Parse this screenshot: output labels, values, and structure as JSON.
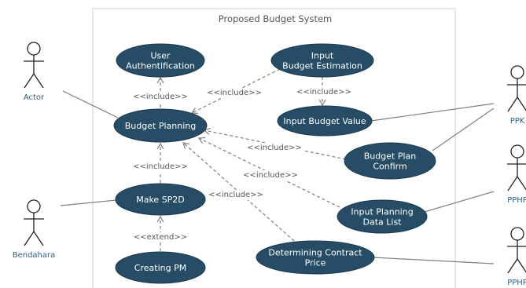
{
  "system": {
    "title": "Proposed Budget  System"
  },
  "colors": {
    "usecase_fill": "#264d65",
    "usecase_stroke": "#1b3a4d",
    "actor_blue": "#2e5e7c",
    "line": "#7f7f7f",
    "boundary": "#d2d2d2"
  },
  "actors": [
    {
      "id": "actor",
      "label": "Actor"
    },
    {
      "id": "bendahara",
      "label": "Bendahara"
    },
    {
      "id": "ppk",
      "label": "PPK"
    },
    {
      "id": "pphp1",
      "label": "PPHP"
    },
    {
      "id": "pphp2",
      "label": "PPHP"
    }
  ],
  "use_cases": [
    {
      "id": "user-auth",
      "lines": [
        "User",
        "Authentification"
      ]
    },
    {
      "id": "input-budget-estimation",
      "lines": [
        "Input",
        "Budget Estimation"
      ]
    },
    {
      "id": "budget-planning",
      "lines": [
        "Budget Planning"
      ]
    },
    {
      "id": "input-budget-value",
      "lines": [
        "Input Budget Value"
      ]
    },
    {
      "id": "budget-plan-confirm",
      "lines": [
        "Budget Plan",
        "Confirm"
      ]
    },
    {
      "id": "make-sp2d",
      "lines": [
        "Make SP2D"
      ]
    },
    {
      "id": "input-planning-data-list",
      "lines": [
        "Input Planning",
        "Data List"
      ]
    },
    {
      "id": "determining-contract-price",
      "lines": [
        "Determining Contract",
        "Price"
      ]
    },
    {
      "id": "creating-pm",
      "lines": [
        "Creating PM"
      ]
    }
  ],
  "relations": [
    {
      "from": "budget-planning",
      "to": "user-auth",
      "label": "<<include>>"
    },
    {
      "from": "input-budget-estimation",
      "to": "budget-planning",
      "label": "<<include>>"
    },
    {
      "from": "input-budget-estimation",
      "to": "input-budget-value",
      "label": "<<include>>"
    },
    {
      "from": "budget-plan-confirm",
      "to": "budget-planning",
      "label": "<<include>>"
    },
    {
      "from": "input-planning-data-list",
      "to": "budget-planning",
      "label": "<<include>>"
    },
    {
      "from": "make-sp2d",
      "to": "budget-planning",
      "label": "<<include>>"
    },
    {
      "from": "determining-contract-price",
      "to": "budget-planning",
      "label": "<<include>>"
    },
    {
      "from": "creating-pm",
      "to": "make-sp2d",
      "label": "<<extend>>"
    }
  ],
  "associations": [
    {
      "actor": "actor",
      "use_case": "budget-planning"
    },
    {
      "actor": "bendahara",
      "use_case": "make-sp2d"
    },
    {
      "actor": "ppk",
      "use_case": "input-budget-value"
    },
    {
      "actor": "ppk",
      "use_case": "budget-plan-confirm"
    },
    {
      "actor": "pphp1",
      "use_case": "input-planning-data-list"
    },
    {
      "actor": "pphp2",
      "use_case": "determining-contract-price"
    }
  ]
}
